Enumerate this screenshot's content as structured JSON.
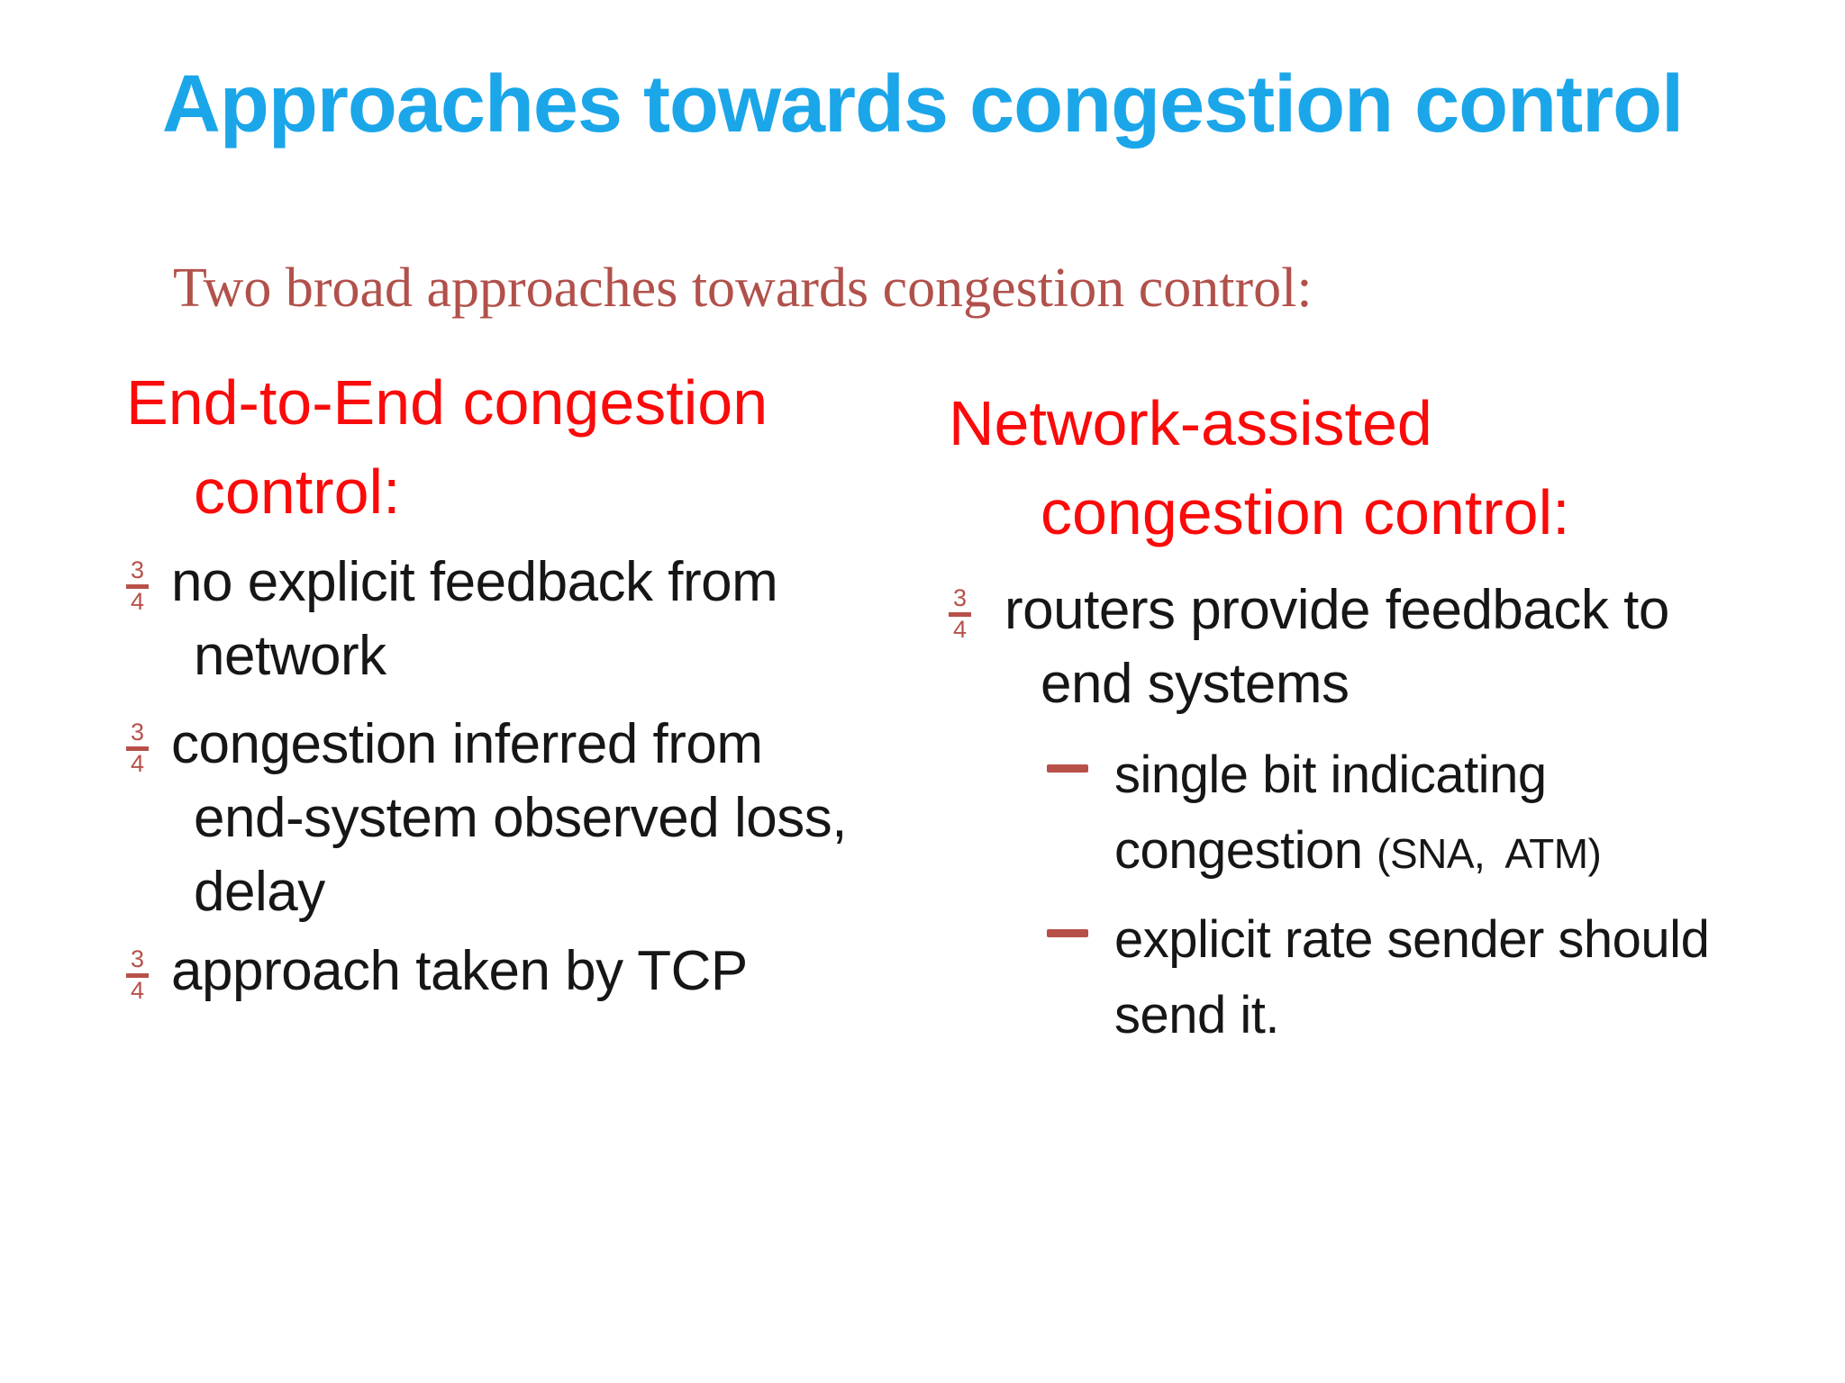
{
  "slide": {
    "title": "Approaches towards congestion control",
    "subtitle": "Two broad approaches towards congestion control:",
    "left": {
      "heading": [
        "End-to-End congestion",
        "control:"
      ],
      "bullets": [
        {
          "lines": [
            "no explicit feedback from",
            "network"
          ]
        },
        {
          "lines": [
            "congestion inferred from",
            "end-system observed loss,",
            "delay"
          ]
        },
        {
          "lines": [
            "approach taken by TCP"
          ]
        }
      ]
    },
    "right": {
      "heading": [
        "Network-assisted",
        "congestion control:"
      ],
      "bullets": [
        {
          "lines": [
            "routers provide feedback to",
            "end systems"
          ]
        }
      ],
      "sub_bullets": [
        {
          "line1": "single bit indicating",
          "line2_main": "congestion ",
          "line2_note": "(SNA,  ATM)"
        },
        {
          "line1": "explicit rate sender should",
          "line2": "send it."
        }
      ]
    }
  },
  "markers": {
    "bullet_numerator": "3",
    "bullet_denominator": "4",
    "sub_bullet_glyph": "–"
  },
  "colors": {
    "background": "#ffffff",
    "title": "#1ba6e9",
    "heading_red": "#fa0a0a",
    "subtitle_brown": "#b1514b",
    "marker_brown": "#b8504a",
    "body_text": "#161616"
  }
}
